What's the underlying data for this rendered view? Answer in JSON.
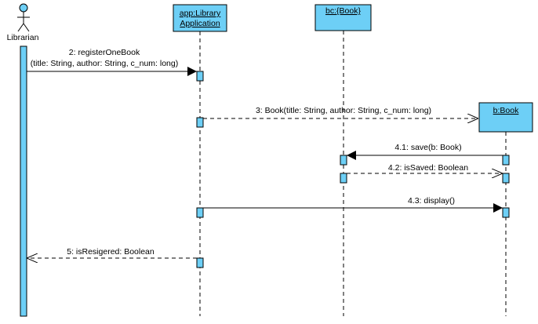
{
  "colors": {
    "fill": "#6DCFF6",
    "stroke": "#000000",
    "text": "#000000",
    "background": "#FFFFFF"
  },
  "actor": {
    "name": "Librarian",
    "icon": "stick-figure-icon"
  },
  "participants": {
    "app": {
      "line1": "app:Library",
      "line2": "Application"
    },
    "bc": {
      "label": "bc:{Book}"
    },
    "b": {
      "label": "b:Book"
    }
  },
  "messages": {
    "m2": {
      "label": "2: registerOneBook",
      "params": "(title: String, author: String, c_num: long)"
    },
    "m3": {
      "label": "3: Book(title: String, author: String, c_num: long)"
    },
    "m41": {
      "label": "4.1: save(b: Book)"
    },
    "m42": {
      "label": "4.2: isSaved: Boolean"
    },
    "m43": {
      "label": "4.3: display()"
    },
    "m5": {
      "label": "5: isResigered: Boolean"
    }
  }
}
